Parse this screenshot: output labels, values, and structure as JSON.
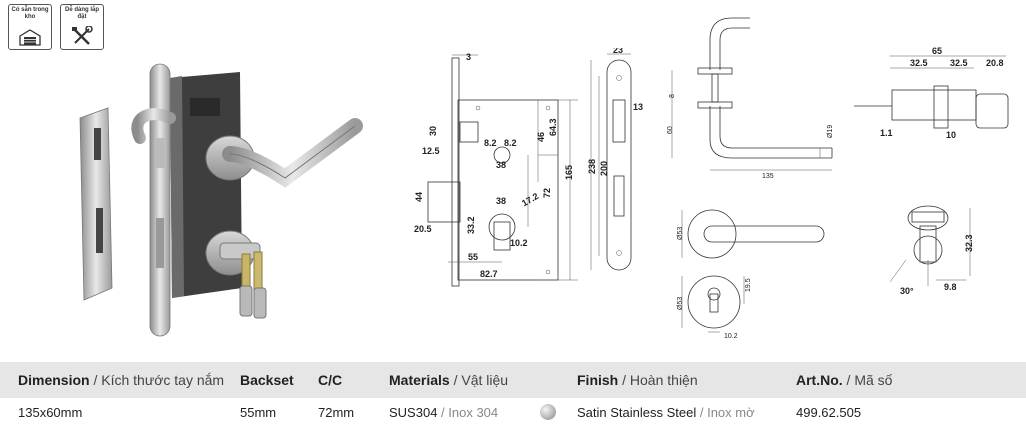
{
  "badges": [
    {
      "text": "Có sẵn trong kho",
      "icon": "warehouse-icon"
    },
    {
      "text": "Dễ dàng lắp đặt",
      "icon": "tools-icon"
    }
  ],
  "drawing_dims": {
    "lockbody": [
      "3",
      "30",
      "12.5",
      "8.2",
      "8.2",
      "46",
      "64.3",
      "165",
      "38",
      "72",
      "17.2",
      "44",
      "33.2",
      "38",
      "20.5",
      "10.2",
      "55",
      "82.7"
    ],
    "faceplate": [
      "23",
      "13",
      "238",
      "200"
    ],
    "handle": [
      "8",
      "60",
      "Ø19",
      "135"
    ],
    "rose": [
      "Ø53"
    ],
    "escutcheon": [
      "Ø53",
      "19.5",
      "10.2"
    ],
    "cylinder": [
      "65",
      "32.5",
      "32.5",
      "20.8",
      "1.1",
      "10"
    ],
    "cylinder_front": [
      "32.3",
      "9.8",
      "30°"
    ]
  },
  "table": {
    "headers": [
      {
        "main": "Dimension",
        "sub": "Kích thước tay nắm"
      },
      {
        "main": "Backset",
        "sub": ""
      },
      {
        "main": "C/C",
        "sub": ""
      },
      {
        "main": "Materials",
        "sub": "Vật liệu"
      },
      {
        "main": "Finish",
        "sub": "Hoàn thiện"
      },
      {
        "main": "Art.No.",
        "sub": "Mã số"
      }
    ],
    "row": {
      "dimension": "135x60mm",
      "backset": "55mm",
      "cc": "72mm",
      "material_main": "SUS304",
      "material_sub": "Inox 304",
      "finish_main": "Satin Stainless Steel",
      "finish_sub": "Inox mờ",
      "art_no": "499.62.505"
    },
    "sep": " / "
  }
}
